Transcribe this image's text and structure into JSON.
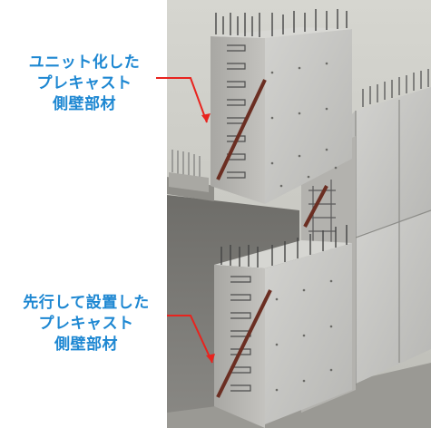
{
  "callouts": {
    "top": {
      "lines": [
        "ユニット化した",
        "プレキャスト",
        "側壁部材"
      ]
    },
    "bottom": {
      "lines": [
        "先行して設置した",
        "プレキャスト",
        "側壁部材"
      ]
    }
  },
  "colors": {
    "label_text": "#1d87d2",
    "leader_line": "#e8231e",
    "brace": "#6b2e22",
    "panel_face": "#c9c9c5",
    "panel_side": "#9e9d99",
    "rebar": "#555555"
  }
}
